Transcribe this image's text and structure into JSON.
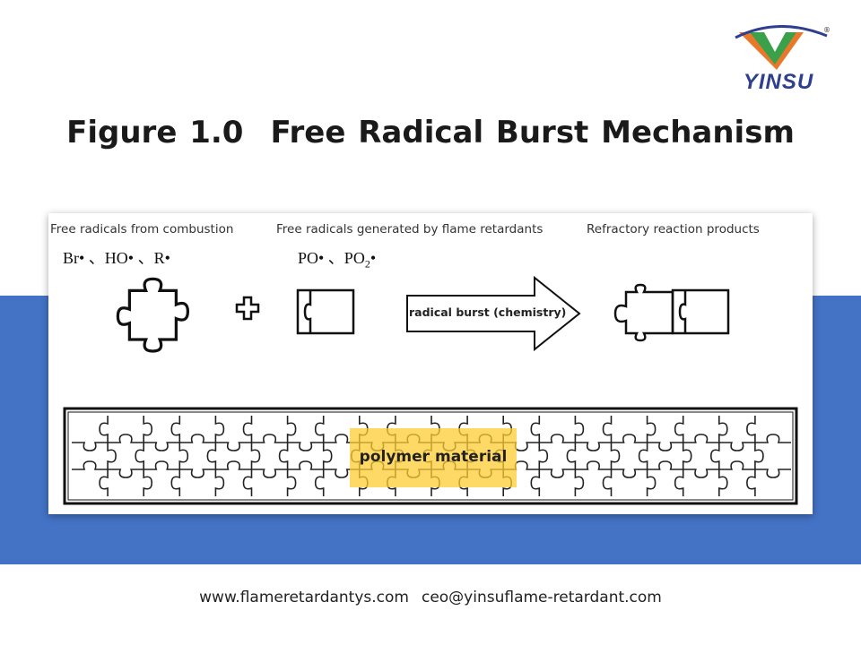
{
  "logo": {
    "text": "YINSU",
    "registered": "®"
  },
  "title": {
    "figure_number": "Figure 1.0",
    "text": "Free Radical Burst Mechanism"
  },
  "diagram": {
    "columns": [
      {
        "label": "Free radicals from combustion"
      },
      {
        "label": "Free radicals generated by flame retardants"
      },
      {
        "label": "Refractory reaction products"
      }
    ],
    "formula_combustion": "Br•  、HO•  、R•",
    "formula_retardant_a": "PO•  、PO",
    "formula_retardant_sub": "2",
    "formula_retardant_b": "•",
    "plus_symbol": "plus",
    "arrow_label": "radical burst (chemistry)",
    "polymer_label": "polymer material",
    "colors": {
      "highlight": "#ffcc33",
      "band": "#4472c4"
    }
  },
  "footer": {
    "website": "www.flameretardantys.com",
    "email": "ceo@yinsuflame-retardant.com"
  }
}
